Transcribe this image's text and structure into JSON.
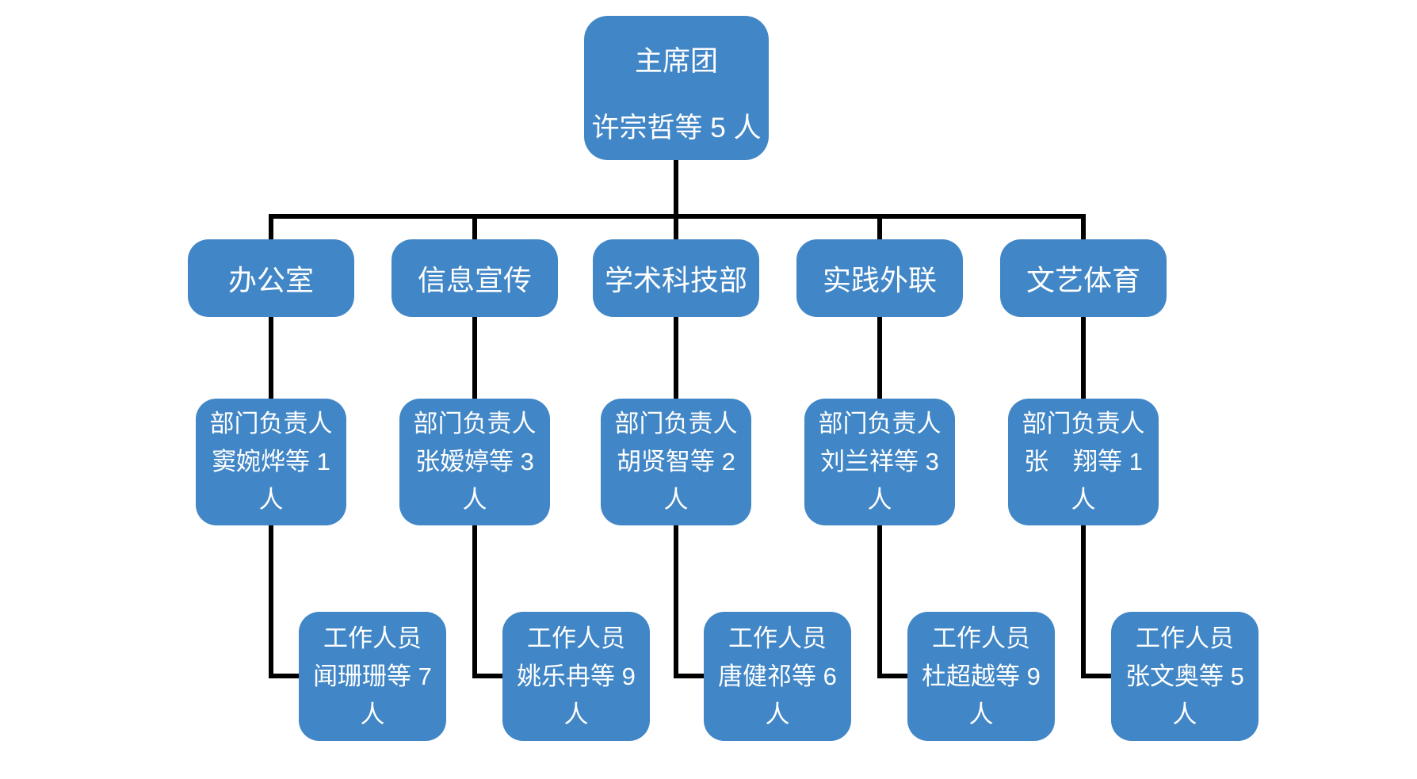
{
  "colors": {
    "node_fill": "#4186C6",
    "node_text": "#FFFFFF",
    "connector": "#000000",
    "background": "#FFFFFF"
  },
  "org_chart": {
    "type": "org-tree",
    "root": {
      "name": "主席团",
      "members": "许宗哲等 5 人"
    },
    "departments": [
      {
        "name": "办公室",
        "leader": {
          "role": "部门负责人",
          "names": "窦婉烨等 1",
          "unit": "人"
        },
        "staff": {
          "role": "工作人员",
          "names": "闻珊珊等 7",
          "unit": "人"
        }
      },
      {
        "name": "信息宣传",
        "leader": {
          "role": "部门负责人",
          "names": "张嫒婷等 3",
          "unit": "人"
        },
        "staff": {
          "role": "工作人员",
          "names": "姚乐冉等 9",
          "unit": "人"
        }
      },
      {
        "name": "学术科技部",
        "leader": {
          "role": "部门负责人",
          "names": "胡贤智等 2",
          "unit": "人"
        },
        "staff": {
          "role": "工作人员",
          "names": "唐健祁等 6",
          "unit": "人"
        }
      },
      {
        "name": "实践外联",
        "leader": {
          "role": "部门负责人",
          "names": "刘兰祥等 3",
          "unit": "人"
        },
        "staff": {
          "role": "工作人员",
          "names": "杜超越等 9",
          "unit": "人"
        }
      },
      {
        "name": "文艺体育",
        "leader": {
          "role": "部门负责人",
          "names": "张　翔等 1",
          "unit": "人"
        },
        "staff": {
          "role": "工作人员",
          "names": "张文奥等 5",
          "unit": "人"
        }
      }
    ]
  }
}
